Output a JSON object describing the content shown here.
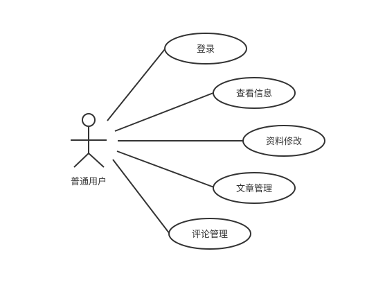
{
  "actor": {
    "label": "普通用户"
  },
  "use_cases": [
    {
      "label": "登录"
    },
    {
      "label": "查看信息"
    },
    {
      "label": "资料修改"
    },
    {
      "label": "文章管理"
    },
    {
      "label": "评论管理"
    }
  ],
  "colors": {
    "line": "#333333",
    "fill": "#ffffff",
    "text": "#333333"
  }
}
